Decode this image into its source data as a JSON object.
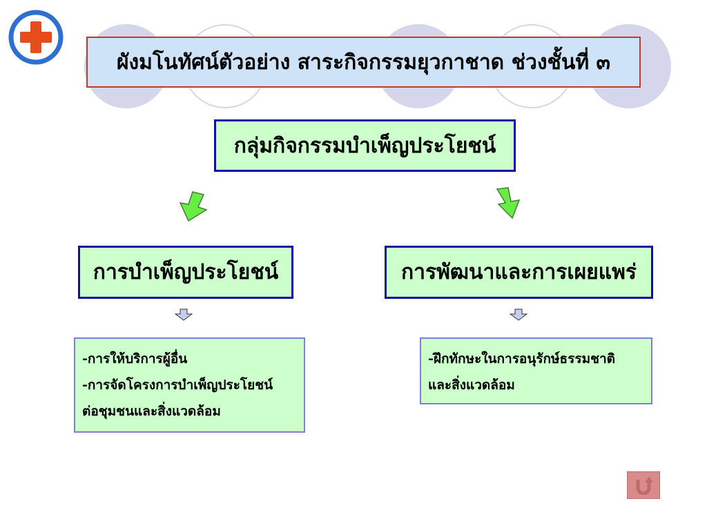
{
  "title": "ผังมโนทัศน์ตัวอย่าง สาระกิจกรรมยุวกาชาด ช่วงชั้นที่ ๓",
  "main_group": "กลุ่มกิจกรรมบำเพ็ญประโยชน์",
  "branches": [
    {
      "label": "การบำเพ็ญประโยชน์",
      "details": [
        "-การให้บริการผู้อื่น",
        "-การจัดโครงการบำเพ็ญประโยชน์",
        " ต่อชุมชนและสิ่งแวดล้อม"
      ]
    },
    {
      "label": "การพัฒนาและการเผยแพร่",
      "details": [
        "-ฝึกทักษะในการอนุรักษ์ธรรมชาติ",
        " และสิ่งแวดล้อม"
      ]
    }
  ],
  "icons": {
    "logo": "red-cross-icon",
    "return": "return-arrow-icon"
  },
  "colors": {
    "title_bg": "#cfe3f8",
    "title_border": "#c0392b",
    "box_bg": "#ccffcc",
    "box_border": "#1010a8",
    "arrow_green": "#66ee44",
    "cross_red": "#e74c1c",
    "logo_ring": "#2f6fd0"
  }
}
